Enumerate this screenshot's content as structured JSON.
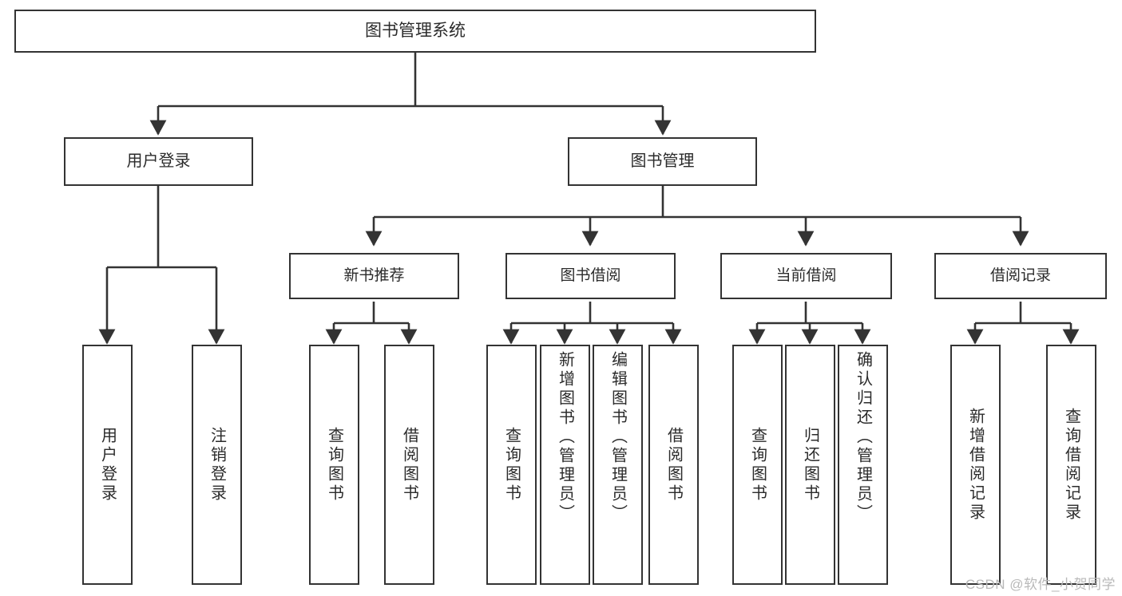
{
  "diagram": {
    "title": "图书管理系统",
    "type": "tree-hierarchy",
    "colors": {
      "box_border": "#333333",
      "box_fill": "#ffffff",
      "connector": "#333333",
      "text": "#2b2b2b",
      "watermark": "#b9b9b9",
      "background": "#ffffff"
    },
    "root": {
      "label": "图书管理系统"
    },
    "level1": [
      {
        "label": "用户登录"
      },
      {
        "label": "图书管理"
      }
    ],
    "level2": [
      {
        "label": "新书推荐"
      },
      {
        "label": "图书借阅"
      },
      {
        "label": "当前借阅"
      },
      {
        "label": "借阅记录"
      }
    ],
    "leaves": [
      {
        "label": "用户登录",
        "parent": "用户登录"
      },
      {
        "label": "注销登录",
        "parent": "用户登录"
      },
      {
        "label": "查询图书",
        "parent": "新书推荐"
      },
      {
        "label": "借阅图书",
        "parent": "新书推荐"
      },
      {
        "label": "查询图书",
        "parent": "图书借阅"
      },
      {
        "label": "新增图书（管理员）",
        "parent": "图书借阅"
      },
      {
        "label": "编辑图书（管理员）",
        "parent": "图书借阅"
      },
      {
        "label": "借阅图书",
        "parent": "图书借阅"
      },
      {
        "label": "查询图书",
        "parent": "当前借阅"
      },
      {
        "label": "归还图书",
        "parent": "当前借阅"
      },
      {
        "label": "确认归还（管理员）",
        "parent": "当前借阅"
      },
      {
        "label": "新增借阅记录",
        "parent": "借阅记录"
      },
      {
        "label": "查询借阅记录",
        "parent": "借阅记录"
      }
    ],
    "watermark": "CSDN @软件_小贺同学"
  }
}
